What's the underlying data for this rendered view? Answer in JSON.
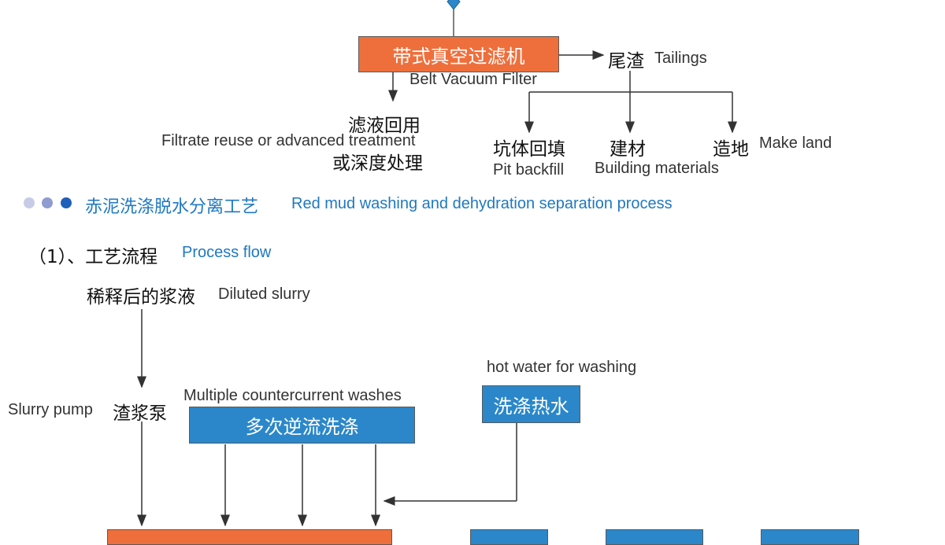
{
  "colors": {
    "orange": "#ee6f3c",
    "blue": "#2b87c9",
    "section_blue": "#1f78c1"
  },
  "upper": {
    "filter_box": "带式真空过滤机",
    "filter_en": "Belt Vacuum Filter",
    "tailings_cn": "尾渣",
    "tailings_en": "Tailings",
    "filtrate_cn_1": "滤液回用",
    "filtrate_en": "Filtrate reuse or advanced treatment",
    "filtrate_cn_2": "或深度处理",
    "pit_cn": "坑体回填",
    "pit_en": "Pit backfill",
    "building_cn": "建材",
    "building_en": "Building materials",
    "land_cn": "造地",
    "land_en": "Make land"
  },
  "section": {
    "title_cn": "赤泥洗涤脱水分离工艺",
    "title_en": "Red mud washing and dehydration separation process"
  },
  "process": {
    "heading_cn": "（1）、工艺流程",
    "heading_en": "Process flow",
    "diluted_cn": "稀释后的浆液",
    "diluted_en": "Diluted slurry",
    "pump_en": "Slurry pump",
    "pump_cn": "渣浆泵",
    "washes_en": "Multiple countercurrent washes",
    "washes_box": "多次逆流洗涤",
    "hot_en": "hot water for washing",
    "hot_box": "洗涤热水"
  }
}
